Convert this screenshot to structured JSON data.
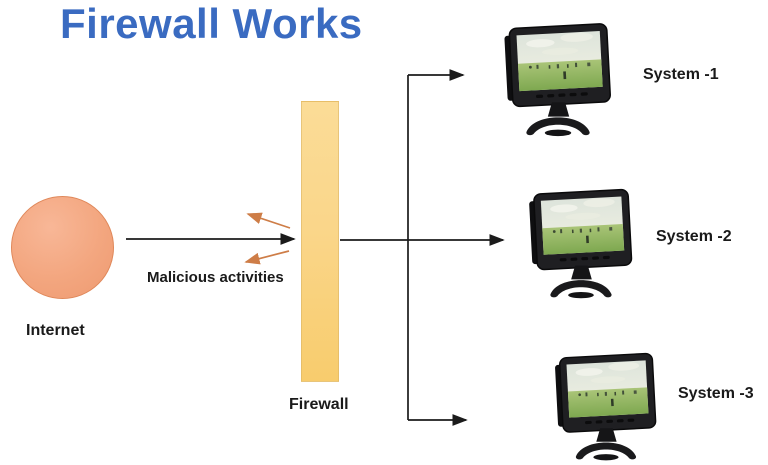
{
  "title": "Firewall Works",
  "diagram": {
    "internet_label": "Internet",
    "firewall_label": "Firewall",
    "malicious_label": "Malicious activities"
  },
  "systems": [
    {
      "label": "System -1"
    },
    {
      "label": "System -2"
    },
    {
      "label": "System -3"
    }
  ],
  "edges": [
    {
      "from": "internet",
      "to": "firewall",
      "style": "black-arrow"
    },
    {
      "from": "firewall",
      "to": "system-branch",
      "style": "black-arrow"
    },
    {
      "from": "branch",
      "to": "system-1",
      "style": "black-arrow"
    },
    {
      "from": "branch",
      "to": "system-2",
      "style": "black-arrow"
    },
    {
      "from": "branch",
      "to": "system-3",
      "style": "black-arrow"
    },
    {
      "from": "firewall",
      "to": "malicious-deflected-up",
      "style": "orange-arrow"
    },
    {
      "from": "firewall",
      "to": "malicious-deflected-down",
      "style": "orange-arrow"
    }
  ],
  "icons": {
    "internet": "circle-shape",
    "firewall": "vertical-bar-shape",
    "system": "monitor-icon"
  },
  "colors": {
    "title_blue": "#3A6BC1",
    "label_black": "#1A1A1A",
    "circle_fill": "#F3A67F",
    "circle_border": "#E0885A",
    "firewall_top": "#FBDC97",
    "firewall_bottom": "#F8CC6D",
    "arrow_black": "#1B1B1B",
    "arrow_orange": "#CE7D47"
  }
}
